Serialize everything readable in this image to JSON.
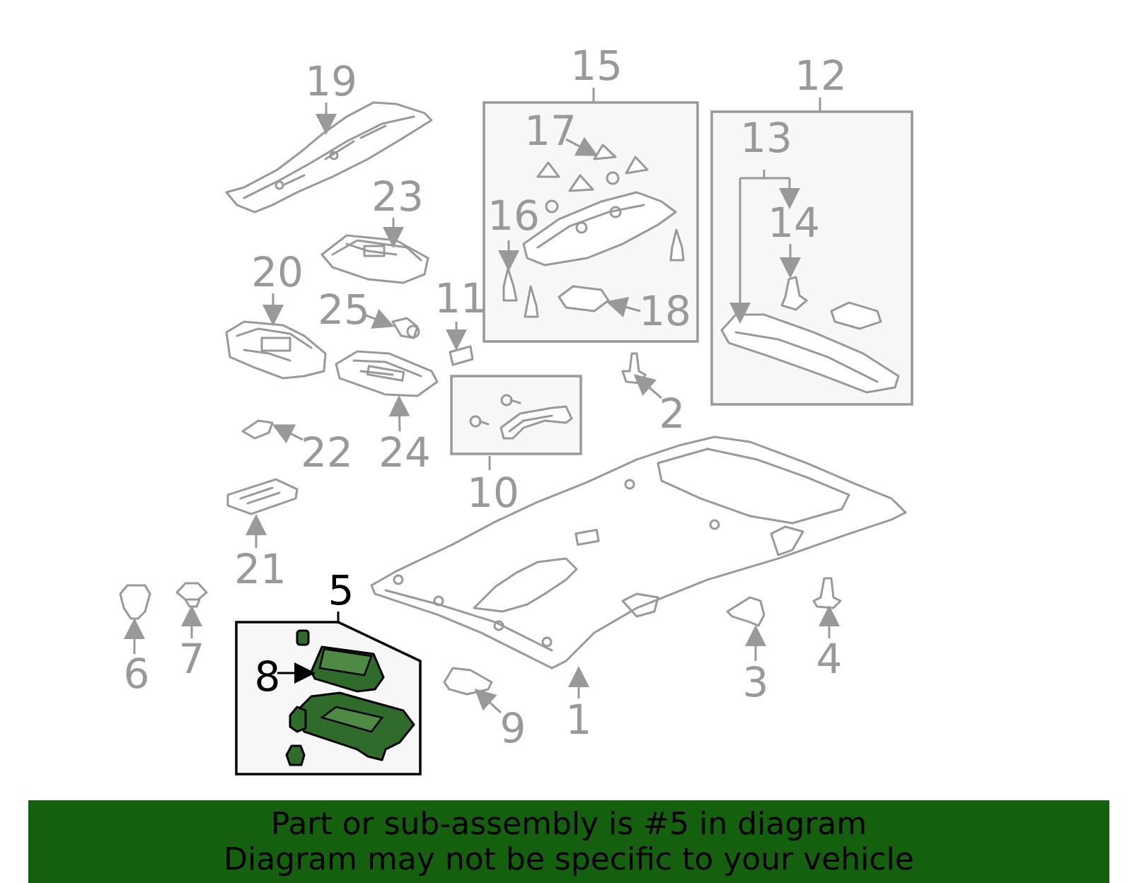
{
  "diagram": {
    "callouts": {
      "c1": "1",
      "c2": "2",
      "c3": "3",
      "c4": "4",
      "c5": "5",
      "c6": "6",
      "c7": "7",
      "c8": "8",
      "c9": "9",
      "c10": "10",
      "c11": "11",
      "c12": "12",
      "c13": "13",
      "c14": "14",
      "c15": "15",
      "c16": "16",
      "c17": "17",
      "c18": "18",
      "c19": "19",
      "c20": "20",
      "c21": "21",
      "c22": "22",
      "c23": "23",
      "c24": "24",
      "c25": "25"
    },
    "highlighted_part": "5",
    "colors": {
      "part_line": "#999999",
      "highlight": "#2f6b2a",
      "banner": "#14600e"
    }
  },
  "banner": {
    "line1": "Part or sub-assembly is #5 in diagram",
    "line2": "Diagram may not be specific to your vehicle"
  }
}
